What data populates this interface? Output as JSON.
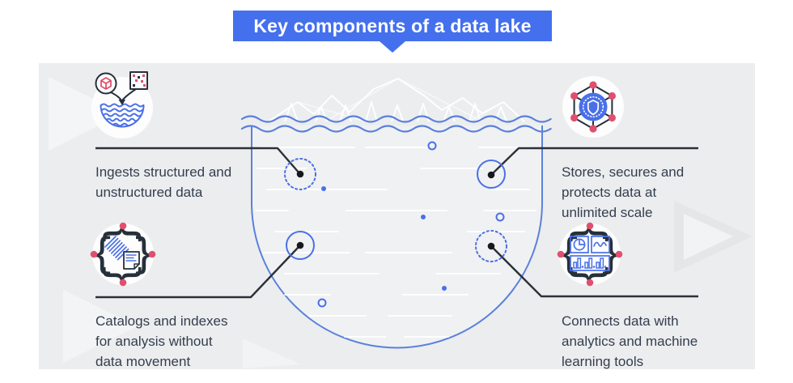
{
  "title": {
    "banner": "Key components of a data lake"
  },
  "features": [
    {
      "id": "ingest",
      "icon": "ingest-data-icon",
      "label": "Ingests structured and\nunstructured data"
    },
    {
      "id": "store",
      "icon": "secure-network-shield-icon",
      "label": "Stores, secures and\nprotects data at\nunlimited scale"
    },
    {
      "id": "catalog",
      "icon": "catalog-documents-icon",
      "label": "Catalogs and indexes\nfor analysis without\ndata movement"
    },
    {
      "id": "connect",
      "icon": "analytics-charts-icon",
      "label": "Connects data with\nanalytics and machine\nlearning tools"
    }
  ],
  "colors": {
    "banner_blue": "#4470ED",
    "lake_blue": "#5A81DB",
    "accent_blue": "#4A70E8",
    "pink": "#E0506E",
    "line_dark": "#2B3138",
    "icon_dark": "#26303B",
    "panel_bg": "#ECEDEF",
    "text_color": "#333E4E",
    "white": "#FFFFFF"
  }
}
